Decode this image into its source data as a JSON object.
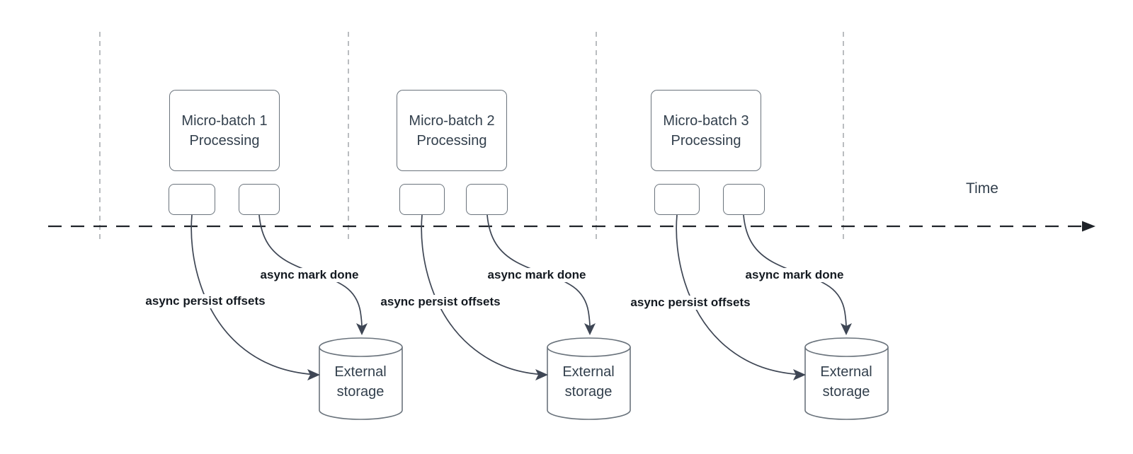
{
  "diagram_type": "micro-batch streaming timeline",
  "time_axis": {
    "label": "Time"
  },
  "colors": {
    "time_axis": "#1f2329",
    "grid_line": "#b3b6b9",
    "shape_border": "#6a737c",
    "shape_text": "#33404d",
    "arrow": "#3e4654",
    "bold_label": "#141a21",
    "background": "#ffffff"
  },
  "sections": [
    {
      "processing_box": {
        "line1": "Micro-batch 1",
        "line2": "Processing"
      },
      "persist_arrow_label": "async persist offsets",
      "mark_done_arrow_label": "async mark done",
      "storage": {
        "line1": "External",
        "line2": "storage"
      }
    },
    {
      "processing_box": {
        "line1": "Micro-batch 2",
        "line2": "Processing"
      },
      "persist_arrow_label": "async persist offsets",
      "mark_done_arrow_label": "async mark done",
      "storage": {
        "line1": "External",
        "line2": "storage"
      }
    },
    {
      "processing_box": {
        "line1": "Micro-batch 3",
        "line2": "Processing"
      },
      "persist_arrow_label": "async persist offsets",
      "mark_done_arrow_label": "async mark done",
      "storage": {
        "line1": "External",
        "line2": "storage"
      }
    }
  ]
}
